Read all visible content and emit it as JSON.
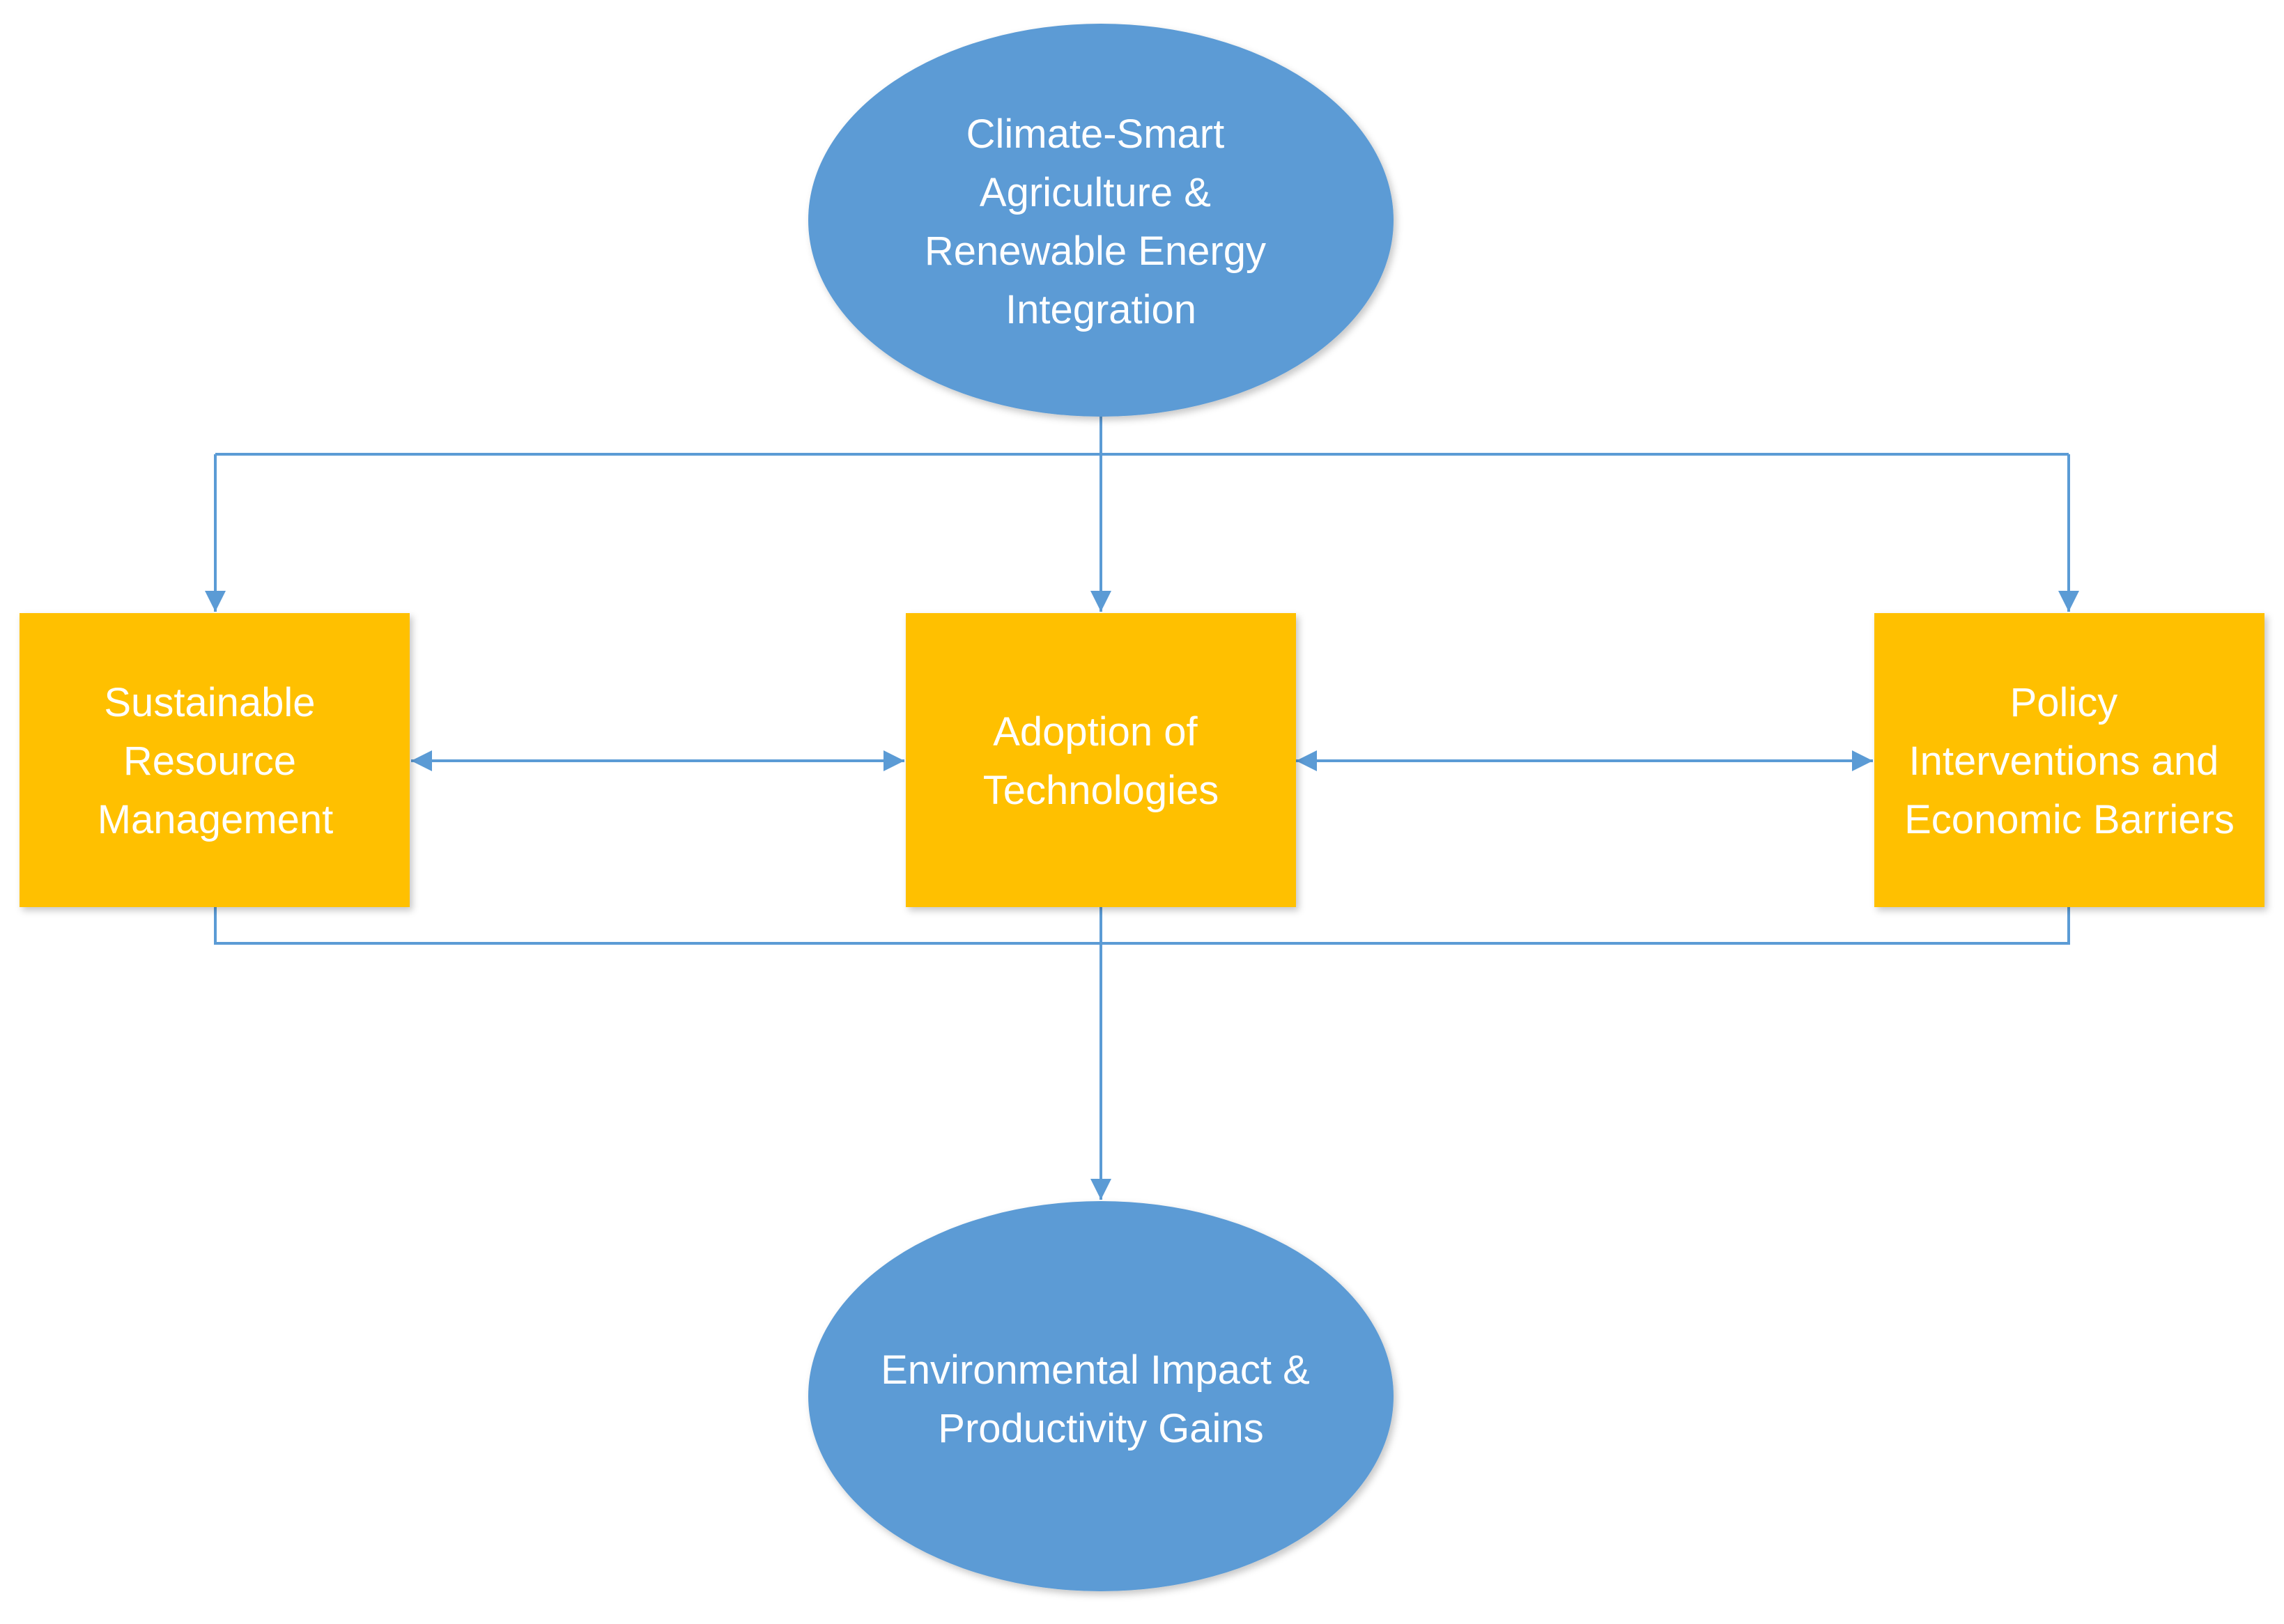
{
  "colors": {
    "ellipse_fill": "#5B9BD5",
    "box_fill": "#FFC000",
    "connector": "#5B9BD5",
    "text": "#FFFFFF",
    "background": "#FFFFFF"
  },
  "nodes": {
    "top": {
      "shape": "ellipse",
      "lines": [
        "Climate-Smart",
        "Agriculture &",
        "Renewable Energy",
        "Integration"
      ]
    },
    "left": {
      "shape": "rectangle",
      "lines": [
        "Sustainable",
        "Resource",
        "Management"
      ]
    },
    "center": {
      "shape": "rectangle",
      "lines": [
        "Adoption of",
        "Technologies"
      ]
    },
    "right": {
      "shape": "rectangle",
      "lines": [
        "Policy",
        "Interventions and",
        "Economic Barriers"
      ]
    },
    "bottom": {
      "shape": "ellipse",
      "lines": [
        "Environmental Impact &",
        "Productivity Gains"
      ]
    }
  },
  "edges": [
    {
      "from": "top",
      "to": "left",
      "direction": "forward"
    },
    {
      "from": "top",
      "to": "center",
      "direction": "forward"
    },
    {
      "from": "top",
      "to": "right",
      "direction": "forward"
    },
    {
      "from": "left",
      "to": "center",
      "direction": "both"
    },
    {
      "from": "center",
      "to": "right",
      "direction": "both"
    },
    {
      "from": "left",
      "to": "bottom",
      "direction": "forward"
    },
    {
      "from": "center",
      "to": "bottom",
      "direction": "forward"
    },
    {
      "from": "right",
      "to": "bottom",
      "direction": "forward"
    }
  ]
}
